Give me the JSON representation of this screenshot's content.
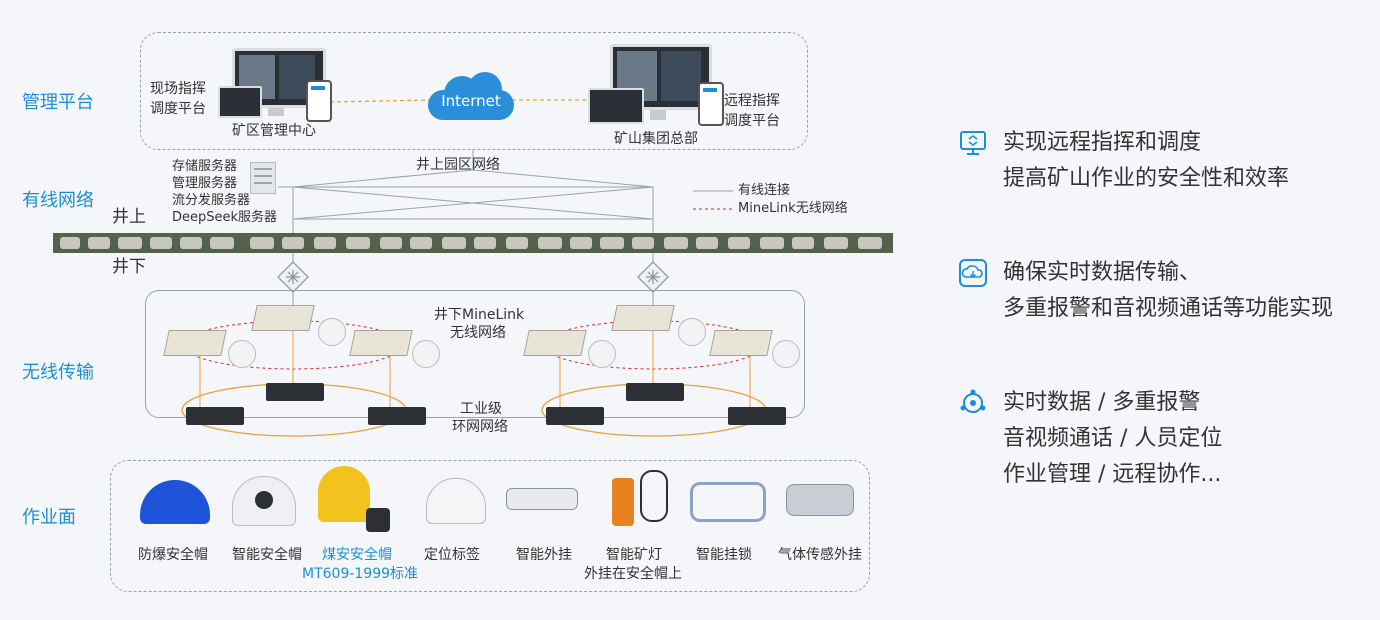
{
  "layers": {
    "management": "管理平台",
    "wired": "有线网络",
    "wireless": "无线传输",
    "workface": "作业面"
  },
  "management": {
    "left_platform": [
      "现场指挥",
      "调度平台"
    ],
    "left_center": "矿区管理中心",
    "cloud": "Internet",
    "right_platform": [
      "远程指挥",
      "调度平台"
    ],
    "right_center": "矿山集团总部"
  },
  "wired": {
    "servers": [
      "存储服务器",
      "管理服务器",
      "流分发服务器",
      "DeepSeek服务器"
    ],
    "campus_network": "井上园区网络",
    "above_ground": "井上",
    "below_ground": "井下",
    "legend": {
      "wired": "有线连接",
      "wireless": "MineLink无线网络"
    }
  },
  "wireless": {
    "minelink": [
      "井下MineLink",
      "无线网络"
    ],
    "ring": [
      "工业级",
      "环网网络"
    ]
  },
  "devices": [
    {
      "label": "防爆安全帽",
      "icon": "explosion-proof-helmet-icon"
    },
    {
      "label": "智能安全帽",
      "icon": "smart-helmet-icon"
    },
    {
      "label": "煤安安全帽",
      "sub": "MT609-1999标准",
      "icon": "coal-safety-helmet-icon"
    },
    {
      "label": "定位标签",
      "icon": "positioning-tag-icon"
    },
    {
      "label": "智能外挂",
      "icon": "smart-attachment-icon"
    },
    {
      "label": "智能矿灯",
      "sub": "外挂在安全帽上",
      "icon": "smart-mine-lamp-icon"
    },
    {
      "label": "智能挂锁",
      "icon": "smart-lock-icon"
    },
    {
      "label": "气体传感外挂",
      "icon": "gas-sensor-icon"
    }
  ],
  "features": [
    {
      "icon": "remote-command-icon",
      "lines": [
        "实现远程指挥和调度",
        "提高矿山作业的安全性和效率"
      ]
    },
    {
      "icon": "cloud-transfer-icon",
      "lines": [
        "确保实时数据传输、",
        "多重报警和音视频通话等功能实现"
      ]
    },
    {
      "icon": "multi-function-icon",
      "lines": [
        "实时数据 / 多重报警",
        "音视频通话 / 人员定位",
        "作业管理 / 远程协作..."
      ]
    }
  ],
  "colors": {
    "accent": "#1d8fd6",
    "wired_line": "#9aa3ad",
    "wireless_line": "#d9262c",
    "ring_line": "#e8a33a"
  }
}
